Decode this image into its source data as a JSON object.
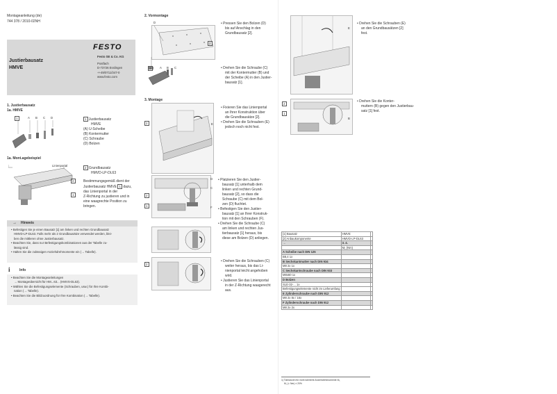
{
  "header": {
    "manual_line": "Montageanleitung (de)",
    "doc_no": "744 378 / 2010-02NH",
    "title_1": "Justierbausatz",
    "title_2": "HMVE",
    "logo": "FESTO",
    "company": "Festo SE & Co. KG",
    "address": [
      "Postfach",
      "D-73726 Esslingen",
      "++49/0711/347-0",
      "www.festo.com"
    ]
  },
  "sec1": {
    "heading": "1. Justierbausatz",
    "sub": "1a. HMVE",
    "callouts": [
      "1",
      "A",
      "B",
      "C",
      "D"
    ],
    "legend": [
      {
        "key": "1",
        "text": "Justierbausatz"
      },
      {
        "key": "",
        "text": "HMVE"
      },
      {
        "key": "(A)",
        "text": "U-Scheibe"
      },
      {
        "key": "(B)",
        "text": "Kontermutter"
      },
      {
        "key": "(C)",
        "text": "Schraube"
      },
      {
        "key": "(D)",
        "text": "Bolzen"
      }
    ]
  },
  "sec1b": {
    "sub": "1a. Mont.agebeispiel",
    "portal": "Linienportal",
    "callout_2": "2",
    "callout_1": "1",
    "legend_key": "2",
    "legend_1": "Grundbausatz",
    "legend_2": "HMVD-LP-DL63",
    "desc": [
      "Bestimmungsgemäß dient der",
      "Justierbausatz HMVE",
      "dazu,",
      "das Linienportal in der",
      "Z-Richtung zu justieren und in",
      "eine waagrechte Position zu",
      "bringen."
    ],
    "desc_ref": "1"
  },
  "hinweis": {
    "icon": "→",
    "title": "Hinweis",
    "lines": [
      "• Befestigen Sie je einen Bausatz [1] am linken und rechten Grundbausatz",
      "HMVD-LP-DL63. Falls mehr als 2 Grundbausätze verwendet werden, blei-",
      "ben die mittleren ohne Justierbausatz.",
      "• Beachten Sie, dass nur Befestigungskombinationen aus der Tabelle zu-",
      "lässig sind.",
      "• Halten Sie die zulässigen Anziehdrehmomente ein (→ Tabelle)."
    ]
  },
  "info": {
    "icon": "i",
    "title": "Info",
    "lines": [
      "• Beachten Sie die Montageanleitungen",
      "→ Montageübersicht für HM...63... (HMVS-DL63).",
      "• Wählen Sie die Befestigungselemente (Schrauben, usw.) für Ihre Kombi-",
      "nation (→ Tabelle).",
      "• Beachten Sie die Bildzuordnung für Ihre Kombination (→ Tabelle)."
    ]
  },
  "vormontage": {
    "heading": "2. Vormontage",
    "labels": [
      "D",
      "2",
      "A",
      "B",
      "C"
    ],
    "step1": [
      "• Pressen Sie den Bolzen (D)",
      "bis auf Anschlag in den",
      "Grundbausatz [2]."
    ],
    "step2": [
      "• Drehen Sie die Schraube (C)",
      "mit der Kontermutter (B) und",
      "der Scheibe (A) in den Justier-",
      "bausatz [1]."
    ]
  },
  "montage": {
    "heading": "3. Montage",
    "labels": [
      "2",
      "E"
    ],
    "step1": [
      "• Fixieren Sie das Linienportal",
      "an Ihrer Konstruktion über",
      "die Grundbausätze [2].",
      "• Drehen Sie die Schrauben (E)",
      "jedoch noch nicht fest."
    ],
    "labels2": [
      "2",
      "D",
      "C",
      "1",
      "F"
    ],
    "step2": [
      "• Platzieren Sie den Justier-",
      "bausatz [1] unterhalb dem",
      "linken und rechten Grund-",
      "bausatz [2], so dass die",
      "Schraube (C) mit dem Bol-",
      "zen (D) fluchtet.",
      "• Befestigen Sie den Justier-",
      "bausatz [1] an Ihrer Konstruk-",
      "tion mit den Schrauben (F).",
      "• Drehen Sie die Schraube (C)",
      "am linken und rechten Jus-",
      "tierbausatz [1] heraus, bis",
      "diese am Bolzen (D) anliegen."
    ],
    "step3": [
      "• Drehen Sie die Schrauben (C)",
      "weiter heraus, bis das Li-",
      "nienportal leicht angehoben",
      "wird.",
      "• Justieren Sie das Linienportal",
      "in der Z-Richtung waagerecht",
      "aus."
    ]
  },
  "right": {
    "label_e": "E",
    "step1": [
      "• Drehen Sie die Schrauben (E)",
      "an den Grundbausätzen [2]",
      "fest."
    ],
    "labels": [
      "2",
      "1",
      "B"
    ],
    "step2": [
      "• Drehen Sie die Konter-",
      "muttern (B) gegen den Justierbau-",
      "satz [1] fest."
    ]
  },
  "table": {
    "rows": [
      {
        "cells": [
          "[1] Bausatz",
          "HMVE",
          ""
        ],
        "hdr": false
      },
      {
        "cells": [
          "[2] Anbaukomponente",
          "HMVD-LP-DL63",
          ""
        ],
        "hdr": false
      },
      {
        "cells": [
          "→",
          "3. 4.",
          ""
        ],
        "hdr": true
      },
      {
        "cells": [
          "",
          "M₁ (Nm)",
          ""
        ],
        "hdr": false
      },
      {
        "cells": [
          "A  Scheibe nach DIN 125",
          "",
          ""
        ],
        "hdr": true
      },
      {
        "cells": [
          "B8,4 1x",
          "",
          ""
        ],
        "hdr": false
      },
      {
        "cells": [
          "B  Sechskantmutter nach DIN 934",
          "",
          ""
        ],
        "hdr": true
      },
      {
        "cells": [
          "M8 2x 1x",
          "",
          ""
        ],
        "hdr": false
      },
      {
        "cells": [
          "C  Sechskantschraube nach DIN 933",
          "",
          ""
        ],
        "hdr": true
      },
      {
        "cells": [
          "M8x60 1x",
          "",
          ""
        ],
        "hdr": false
      },
      {
        "cells": [
          "D  Bolzen",
          "",
          ""
        ],
        "hdr": true
      },
      {
        "cells": [
          "SLE-32-... 1x",
          "",
          ""
        ],
        "hdr": false
      },
      {
        "cells": [
          "Befestigungselemente nicht im Lieferumfang",
          "",
          ""
        ],
        "hdr": false
      },
      {
        "cells": [
          "E  Zylinderschraube nach DIN 912",
          "",
          ""
        ],
        "hdr": true
      },
      {
        "cells": [
          "M8 2x 8x / 16x",
          "",
          ""
        ],
        "hdr": false
      },
      {
        "cells": [
          "F  Zylinderschraube nach DIN 912",
          "",
          ""
        ],
        "hdr": true
      },
      {
        "cells": [
          "M8 2x 2x",
          "",
          ""
        ],
        "hdr": false
      }
    ]
  },
  "footnote": {
    "num": "1)",
    "line1": "Toleranzen für nicht tolerierte Anziehdrehmomente M₁",
    "line2": "M₁ (< Nm) ± 20%"
  }
}
